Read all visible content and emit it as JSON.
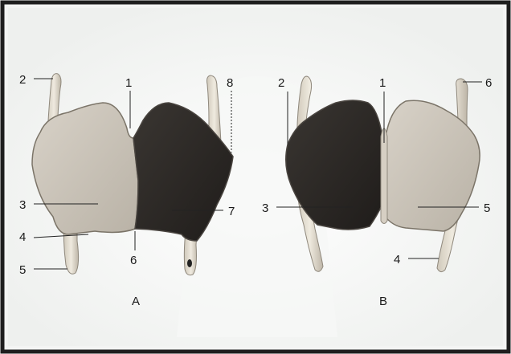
{
  "figure": {
    "colors": {
      "background": "#f3f4f3",
      "frame": "#1e1e1e",
      "cartilage_light": "#c9c2b7",
      "cartilage_dark": "#2c2926",
      "horn": "#e3ddd0"
    },
    "panel_a": {
      "caption": "A",
      "labels": {
        "1": "1",
        "2": "2",
        "3": "3",
        "4": "4",
        "5": "5",
        "6": "6",
        "7": "7",
        "8": "8"
      }
    },
    "panel_b": {
      "caption": "B",
      "labels": {
        "1": "1",
        "2": "2",
        "3": "3",
        "4": "4",
        "5": "5",
        "6": "6"
      }
    }
  }
}
